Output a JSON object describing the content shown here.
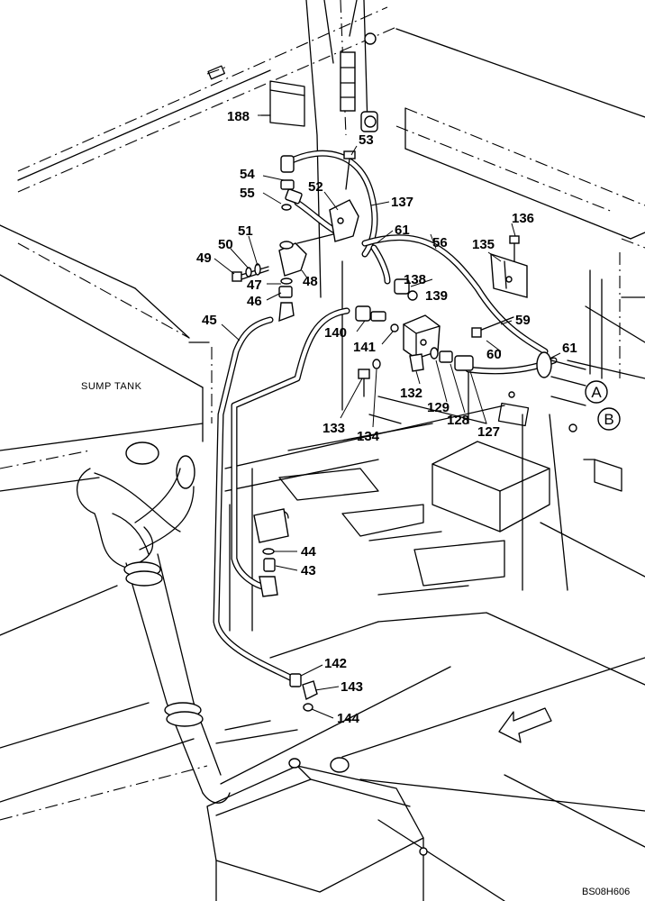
{
  "diagram": {
    "drawing_code": "BS08H606",
    "component_label": "SUMP TANK",
    "connectors": [
      "A",
      "B"
    ],
    "callouts": {
      "c188": "188",
      "c53": "53",
      "c54": "54",
      "c55": "55",
      "c52": "52",
      "c137": "137",
      "c61a": "61",
      "c56": "56",
      "c136": "136",
      "c135": "135",
      "c51": "51",
      "c50": "50",
      "c49": "49",
      "c47": "47",
      "c48": "48",
      "c46": "46",
      "c45": "45",
      "c138": "138",
      "c139": "139",
      "c59": "59",
      "c140": "140",
      "c141": "141",
      "c60": "60",
      "c61b": "61",
      "c132": "132",
      "c129": "129",
      "c128": "128",
      "c127": "127",
      "c133": "133",
      "c134": "134",
      "c44": "44",
      "c43": "43",
      "c142": "142",
      "c143": "143",
      "c144": "144"
    }
  }
}
